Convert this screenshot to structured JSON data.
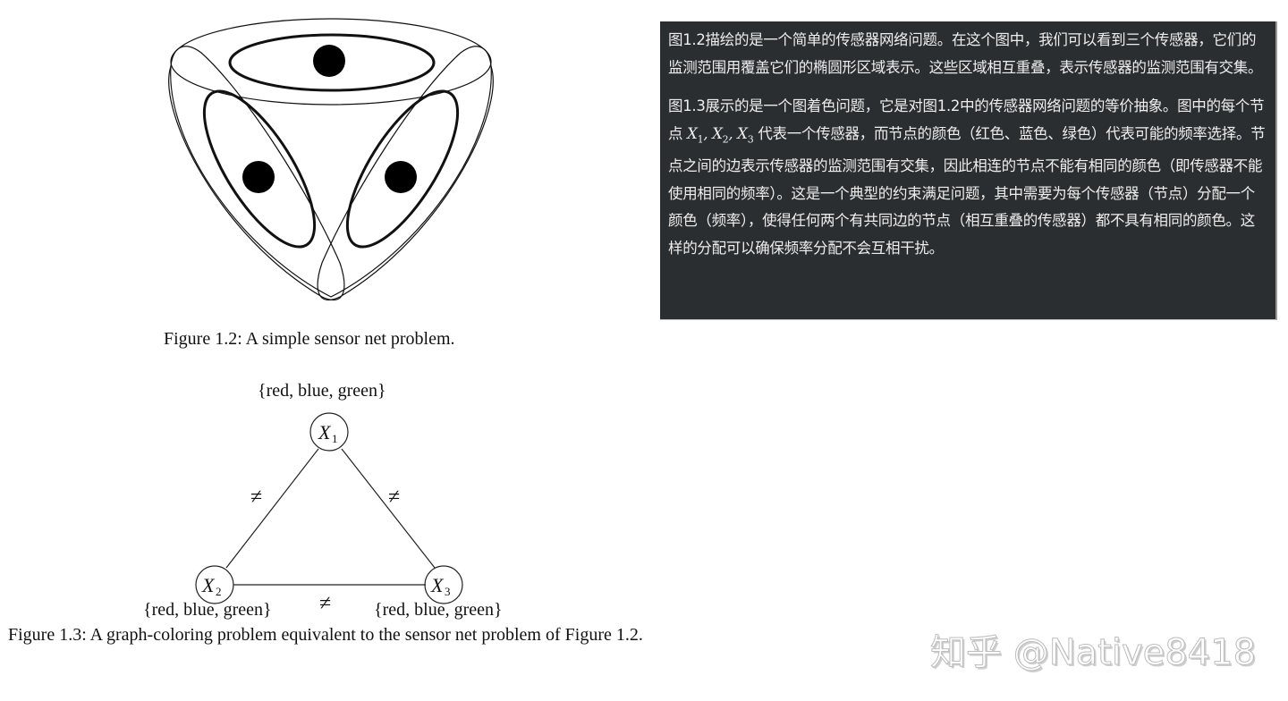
{
  "figure_1_2": {
    "caption": "Figure 1.2: A simple sensor net problem.",
    "description": "Three sensors (black dots) each inside a bold ellipse; three large thin overlapping ellipses represent monitoring ranges"
  },
  "figure_1_3": {
    "caption": "Figure 1.3: A graph-coloring problem equivalent to the sensor net problem of Figure 1.2.",
    "nodes": [
      {
        "id": "X1",
        "label": "X",
        "sub": "1",
        "domain": "{red, blue, green}"
      },
      {
        "id": "X2",
        "label": "X",
        "sub": "2",
        "domain": "{red, blue, green}"
      },
      {
        "id": "X3",
        "label": "X",
        "sub": "3",
        "domain": "{red, blue, green}"
      }
    ],
    "edges": [
      {
        "from": "X1",
        "to": "X2",
        "label": "≠"
      },
      {
        "from": "X1",
        "to": "X3",
        "label": "≠"
      },
      {
        "from": "X2",
        "to": "X3",
        "label": "≠"
      }
    ]
  },
  "explanation_panel": {
    "paragraph_1": "图1.2描绘的是一个简单的传感器网络问题。在这个图中，我们可以看到三个传感器，它们的监测范围用覆盖它们的椭圆形区域表示。这些区域相互重叠，表示传感器的监测范围有交集。",
    "paragraph_2_pre": "图1.3展示的是一个图着色问题，它是对图1.2中的传感器网络问题的等价抽象。图中的每个节点 ",
    "paragraph_2_math": [
      "X1",
      "X2",
      "X3"
    ],
    "paragraph_2_post": " 代表一个传感器，而节点的颜色（红色、蓝色、绿色）代表可能的频率选择。节点之间的边表示传感器的监测范围有交集，因此相连的节点不能有相同的颜色（即传感器不能使用相同的频率）。这是一个典型的约束满足问题，其中需要为每个传感器（节点）分配一个颜色（频率），使得任何两个有共同边的节点（相互重叠的传感器）都不具有相同的颜色。这样的分配可以确保频率分配不会互相干扰。"
  },
  "watermark": "知乎 @Native8418",
  "colors": {
    "panel_bg": "#2b2e31",
    "panel_text": "#eeeeee",
    "page_bg": "#ffffff"
  }
}
